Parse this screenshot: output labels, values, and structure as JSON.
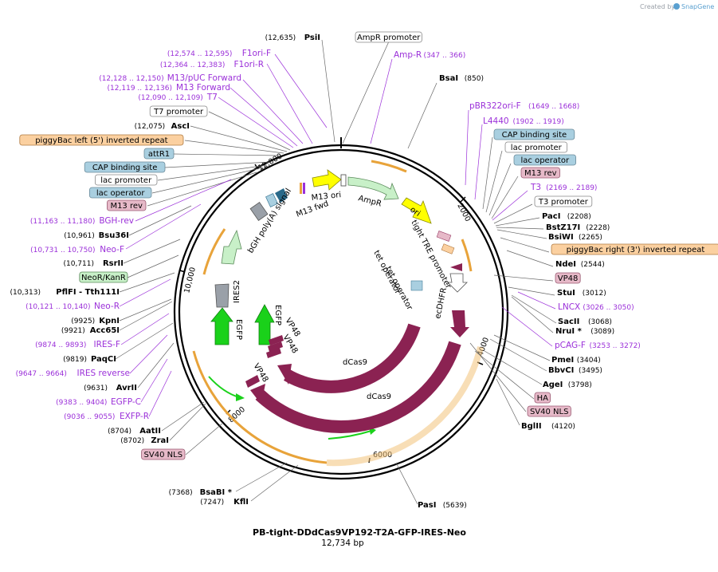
{
  "brand": {
    "created_by": "Created by",
    "name": "SnapGene"
  },
  "plasmid": {
    "name": "PB-tight-DDdCas9VP192-T2A-GFP-IRES-Neo",
    "size": "12,734 bp"
  },
  "colors": {
    "primer": "#9b30d9",
    "cas9": "#8b2252",
    "gfp": "#1ad11a",
    "ires": "#c8f0c8",
    "yellow": "#ffff00",
    "polyA": "#9aa0a8",
    "orange_line": "#e8a33a",
    "blue_box": "#a9cfe0",
    "pink_box": "#e6b9c8",
    "tan_box": "#fbd0a0",
    "green_box": "#c8f0c8"
  },
  "tick_labels": [
    "2000",
    "4000",
    "6000",
    "8000",
    "10,000",
    "12,000"
  ],
  "labels_left": [
    {
      "coord": "(12,635)",
      "name": "PsiI",
      "type": "site"
    },
    {
      "text": "AmpR promoter",
      "type": "box_white"
    },
    {
      "coord": "(12,574 .. 12,595)",
      "name": "F1ori-F",
      "type": "primer"
    },
    {
      "coord": "(12,364 .. 12,383)",
      "name": "F1ori-R",
      "type": "primer"
    },
    {
      "coord": "(12,128 .. 12,150)",
      "name": "M13/pUC Forward",
      "type": "primer"
    },
    {
      "coord": "(12,119 .. 12,136)",
      "name": "M13 Forward",
      "type": "primer"
    },
    {
      "coord": "(12,090 .. 12,109)",
      "name": "T7",
      "type": "primer"
    },
    {
      "text": "T7 promoter",
      "type": "box_white"
    },
    {
      "coord": "(12,075)",
      "name": "AscI",
      "type": "site"
    },
    {
      "text": "piggyBac left (5') inverted repeat",
      "type": "box_tan"
    },
    {
      "text": "attR1",
      "type": "box_blue"
    },
    {
      "text": "CAP binding site",
      "type": "box_blue"
    },
    {
      "text": "lac promoter",
      "type": "box_white"
    },
    {
      "text": "lac operator",
      "type": "box_blue"
    },
    {
      "text": "M13 rev",
      "type": "box_pink"
    },
    {
      "coord": "(11,163 .. 11,180)",
      "name": "BGH-rev",
      "type": "primer"
    },
    {
      "coord": "(10,961)",
      "name": "Bsu36I",
      "type": "site"
    },
    {
      "coord": "(10,731 .. 10,750)",
      "name": "Neo-F",
      "type": "primer"
    },
    {
      "coord": "(10,711)",
      "name": "RsrII",
      "type": "site"
    },
    {
      "text": "NeoR/KanR",
      "type": "box_green"
    },
    {
      "coord": "(10,313)",
      "name": "PflFI - Tth111I",
      "type": "site"
    },
    {
      "coord": "(10,121 .. 10,140)",
      "name": "Neo-R",
      "type": "primer"
    },
    {
      "coord": "(9925)",
      "name": "KpnI",
      "type": "site"
    },
    {
      "coord": "(9921)",
      "name": "Acc65I",
      "type": "site"
    },
    {
      "coord": "(9874 .. 9893)",
      "name": "IRES-F",
      "type": "primer"
    },
    {
      "coord": "(9819)",
      "name": "PaqCI",
      "type": "site"
    },
    {
      "coord": "(9647 .. 9664)",
      "name": "IRES reverse",
      "type": "primer"
    },
    {
      "coord": "(9631)",
      "name": "AvrII",
      "type": "site"
    },
    {
      "coord": "(9383 .. 9404)",
      "name": "EGFP-C",
      "type": "primer"
    },
    {
      "coord": "(9036 .. 9055)",
      "name": "EXFP-R",
      "type": "primer"
    },
    {
      "coord": "(8704)",
      "name": "AatII",
      "type": "site"
    },
    {
      "coord": "(8702)",
      "name": "ZraI",
      "type": "site"
    },
    {
      "text": "SV40 NLS",
      "type": "box_pink"
    },
    {
      "coord": "(7368)",
      "name": "BsaBI *",
      "type": "site"
    },
    {
      "coord": "(7247)",
      "name": "KflI",
      "type": "site"
    }
  ],
  "labels_right": [
    {
      "name": "Amp-R",
      "coord": "(347 .. 366)",
      "type": "primer"
    },
    {
      "name": "BsaI",
      "coord": "(850)",
      "type": "site"
    },
    {
      "name": "pBR322ori-F",
      "coord": "(1649 .. 1668)",
      "type": "primer"
    },
    {
      "name": "L4440",
      "coord": "(1902 .. 1919)",
      "type": "primer"
    },
    {
      "text": "CAP binding site",
      "type": "box_blue"
    },
    {
      "text": "lac promoter",
      "type": "box_white"
    },
    {
      "text": "lac operator",
      "type": "box_blue"
    },
    {
      "text": "M13 rev",
      "type": "box_pink"
    },
    {
      "name": "T3",
      "coord": "(2169 .. 2189)",
      "type": "primer"
    },
    {
      "text": "T3 promoter",
      "type": "box_white"
    },
    {
      "name": "PacI",
      "coord": "(2208)",
      "type": "site"
    },
    {
      "name": "BstZ17I",
      "coord": "(2228)",
      "type": "site"
    },
    {
      "name": "BsiWI",
      "coord": "(2265)",
      "type": "site"
    },
    {
      "text": "piggyBac right (3') inverted repeat",
      "type": "box_tan"
    },
    {
      "name": "NdeI",
      "coord": "(2544)",
      "type": "site"
    },
    {
      "text": "VP48",
      "type": "box_pink"
    },
    {
      "name": "StuI",
      "coord": "(3012)",
      "type": "site"
    },
    {
      "name": "LNCX",
      "coord": "(3026 .. 3050)",
      "type": "primer"
    },
    {
      "name": "SacII",
      "coord": "(3068)",
      "type": "site"
    },
    {
      "name": "NruI *",
      "coord": "(3089)",
      "type": "site"
    },
    {
      "name": "pCAG-F",
      "coord": "(3253 .. 3272)",
      "type": "primer"
    },
    {
      "name": "PmeI",
      "coord": "(3404)",
      "type": "site"
    },
    {
      "name": "BbvCI",
      "coord": "(3495)",
      "type": "site"
    },
    {
      "name": "AgeI",
      "coord": "(3798)",
      "type": "site"
    },
    {
      "text": "HA",
      "type": "box_pink"
    },
    {
      "text": "SV40 NLS",
      "type": "box_pink"
    },
    {
      "name": "BglII",
      "coord": "(4120)",
      "type": "site"
    },
    {
      "name": "PasI",
      "coord": "(5639)",
      "type": "site"
    }
  ],
  "features": {
    "m13_ori": "M13 ori",
    "m13_fwd": "M13 fwd",
    "ampr": "AmpR",
    "ori": "ori",
    "bgh": "bGH poly(A) signal",
    "tight_tre": "tight TRE promoter",
    "tet_op1": "tet operator",
    "tet_op2": "tet operator",
    "ecdhfr": "ecDHFR",
    "ires2": "IRES2",
    "egfp": "EGFP",
    "egfp2": "EGFP",
    "vp48a": "VP48",
    "vp48b": "VP48",
    "vp48c": "VP48",
    "dcas9a": "dCas9",
    "dcas9b": "dCas9"
  }
}
